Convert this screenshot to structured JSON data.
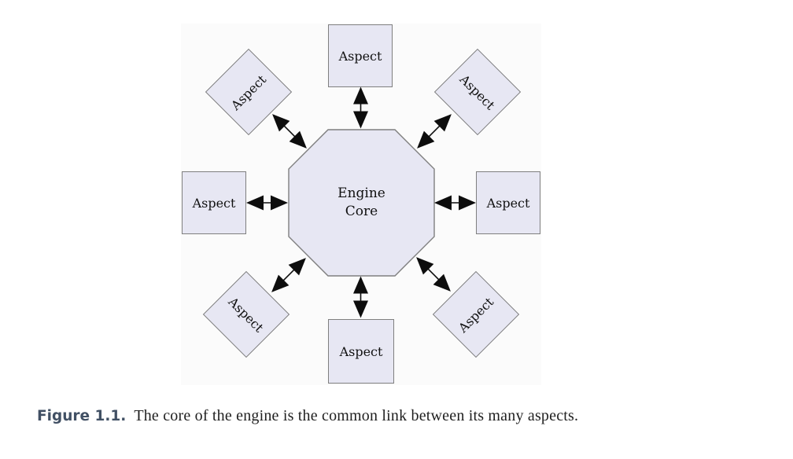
{
  "figure": {
    "core": {
      "line1": "Engine",
      "line2": "Core"
    },
    "aspects": {
      "top": "Aspect",
      "top_right": "Aspect",
      "right": "Aspect",
      "bottom_right": "Aspect",
      "bottom": "Aspect",
      "bottom_left": "Aspect",
      "left": "Aspect",
      "top_left": "Aspect"
    }
  },
  "caption": {
    "label": "Figure 1.1.",
    "text": "The core of the engine is the common link between its many aspects."
  },
  "colors": {
    "node_fill": "#e7e7f3",
    "node_border": "#7f7f7f",
    "arrow": "#0d0d0d",
    "caption_label": "#415064",
    "caption_text": "#1f1f1f",
    "canvas_bg": "#fbfbfb"
  }
}
